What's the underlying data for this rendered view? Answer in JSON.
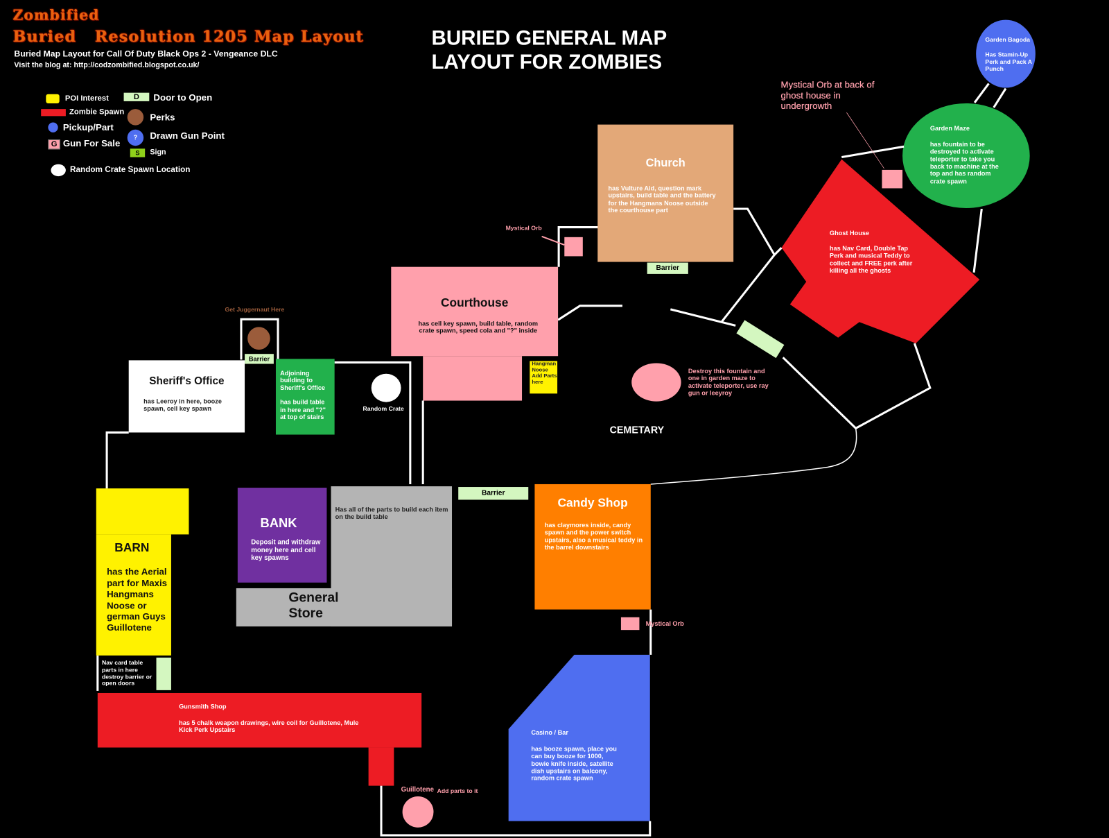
{
  "header": {
    "logo_line1": "Zombified",
    "logo_line2": "Buried   Resolution 1205 Map Layout",
    "subtitle": "Buried Map Layout for Call Of Duty Black Ops 2 - Vengeance DLC",
    "blog": "Visit the blog at: http://codzombified.blogspot.co.uk/",
    "title_line1": "BURIED GENERAL MAP",
    "title_line2": "LAYOUT FOR ZOMBIES"
  },
  "legend": {
    "poi": "POI Interest",
    "zombie_spawn": "Zombie Spawn",
    "pickup": "Pickup/Part",
    "gun_sale": "Gun For Sale",
    "gun_sale_glyph": "G",
    "door": "Door to Open",
    "door_glyph": "D",
    "perks": "Perks",
    "drawn_gun": "Drawn Gun Point",
    "drawn_gun_glyph": "?",
    "sign": "Sign",
    "sign_glyph": "S",
    "crate": "Random Crate Spawn Location"
  },
  "colors": {
    "poi": "#fff200",
    "spawn": "#ed1c24",
    "pickup": "#4f6ef0",
    "perk": "#9b5c3b",
    "door": "#d4f7c0",
    "sign": "#8fd11a",
    "orb": "#ffa0ac"
  },
  "buildings": {
    "church": {
      "name": "Church",
      "desc": "has Vulture Aid, question mark upstairs, build table and the battery for the Hangmans Noose outside the courthouse part"
    },
    "courthouse": {
      "name": "Courthouse",
      "desc": "has cell key spawn, build table, random crate spawn, speed cola and \"?\" inside"
    },
    "sheriff": {
      "name": "Sheriff's Office",
      "desc": "has Leeroy in here, booze spawn, cell key spawn"
    },
    "adjoining": {
      "desc": "Adjoining building to Sheriff's Office\n\nhas build table in here and \"?\" at top of stairs"
    },
    "barn": {
      "name": "BARN",
      "desc": "has the Aerial part for Maxis Hangmans Noose or german Guys Guillotene"
    },
    "navcard": {
      "desc": "Nav card table parts in here destroy barrier or open doors"
    },
    "bank": {
      "name": "BANK",
      "desc": "Deposit and withdraw money here and cell key spawns"
    },
    "general_store": {
      "name": "General\nStore",
      "desc": "Has all of the parts to build each item on the build table"
    },
    "candy": {
      "name": "Candy Shop",
      "desc": "has claymores inside, candy spawn and the power switch upstairs, also a musical teddy in the barrel downstairs"
    },
    "gunsmith": {
      "name": "Gunsmith Shop",
      "desc": "has 5 chalk weapon drawings, wire coil for Guillotene, Mule Kick Perk Upstairs"
    },
    "casino": {
      "name": "Casino / Bar",
      "desc": "has booze spawn, place you can buy booze for 1000, bowie knife inside, satellite dish upstairs on balcony, random crate spawn"
    },
    "ghost": {
      "name": "Ghost House",
      "desc": "has Nav Card, Double Tap Perk and musical Teddy to collect and FREE perk after killing all the ghosts"
    },
    "maze": {
      "name": "Garden Maze",
      "desc": "has fountain to be destroyed to activate teleporter to take you back to machine at the top and has random crate spawn"
    },
    "bagoda": {
      "name": "Garden Bagoda",
      "desc": "Has Stamin-Up Perk and Pack A Punch"
    }
  },
  "labels": {
    "barrier": "Barrier",
    "mystical_orb": "Mystical Orb",
    "orb_ghost": "Mystical Orb at back of ghost house in undergrowth",
    "juggernaut": "Get Juggernaut Here",
    "random_crate": "Random Crate",
    "hangman": "Hangman Noose Add Parts here",
    "fountain": "Destroy this fountain and one in garden maze to activate teleporter, use ray gun or leeyroy",
    "cemetary": "CEMETARY",
    "guillotene": "Guillotene",
    "guillotene_add": "Add parts to it"
  }
}
